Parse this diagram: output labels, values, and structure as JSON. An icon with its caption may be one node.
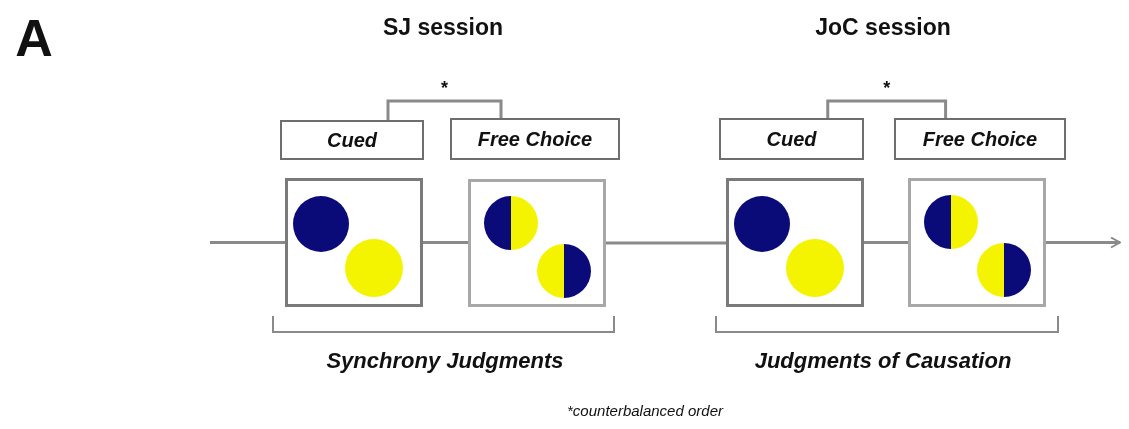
{
  "diagram": {
    "nodes": [
      {
        "text": [
          "Cued"
        ]
      },
      {
        "text": [
          "Free Choice"
        ]
      },
      {
        "text": [
          "Cued"
        ]
      },
      {
        "text": [
          "Free Choice"
        ]
      },
      {
        "text": [],
        "shape": "picture"
      },
      {
        "text": [],
        "shape": "picture"
      },
      {
        "text": [],
        "shape": "picture"
      },
      {
        "text": [],
        "shape": "picture"
      }
    ],
    "edges": [
      {
        "from": null,
        "to": 4,
        "arrow": "none"
      },
      {
        "from": 4,
        "to": 5,
        "arrow": "none"
      },
      {
        "from": 5,
        "to": 6,
        "arrow": "none"
      },
      {
        "from": 6,
        "to": 7,
        "arrow": "none"
      },
      {
        "from": 7,
        "to": null,
        "arrow": "to"
      },
      {
        "from": 0,
        "to": 1,
        "arrow": "none",
        "label": "*"
      },
      {
        "from": 2,
        "to": 3,
        "arrow": "none",
        "label": "*"
      }
    ],
    "labels": [
      "A",
      "SJ session",
      "JoC session",
      "Synchrony Judgments",
      "Judgments of Causation",
      "*counterbalanced order"
    ]
  }
}
